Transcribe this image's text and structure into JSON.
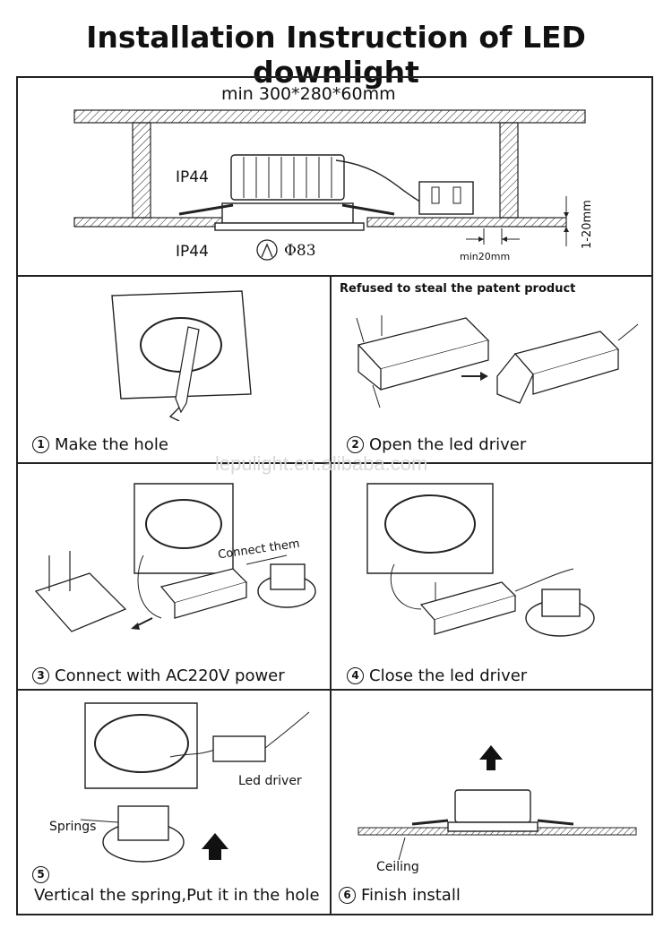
{
  "title": "Installation Instruction of LED downlight",
  "top": {
    "dimension": "min 300*280*60mm",
    "ip_top": "IP44",
    "ip_bottom": "IP44",
    "phi": "Φ83",
    "min_gap": "min20mm",
    "thickness": "1-20mm"
  },
  "steps": [
    {
      "num": "1",
      "caption": "Make the hole"
    },
    {
      "num": "2",
      "caption": "Open the led driver",
      "note": "Refused to steal the patent product"
    },
    {
      "num": "3",
      "caption": "Connect with AC220V power",
      "note": "Connect them"
    },
    {
      "num": "4",
      "caption": "Close the led driver"
    },
    {
      "num": "5",
      "caption": "Vertical the spring,Put it in the hole",
      "label_driver": "Led driver",
      "label_springs": "Springs"
    },
    {
      "num": "6",
      "caption": "Finish install",
      "label_ceiling": "Ceiling"
    }
  ],
  "watermark": "lepulight.en.alibaba.com"
}
